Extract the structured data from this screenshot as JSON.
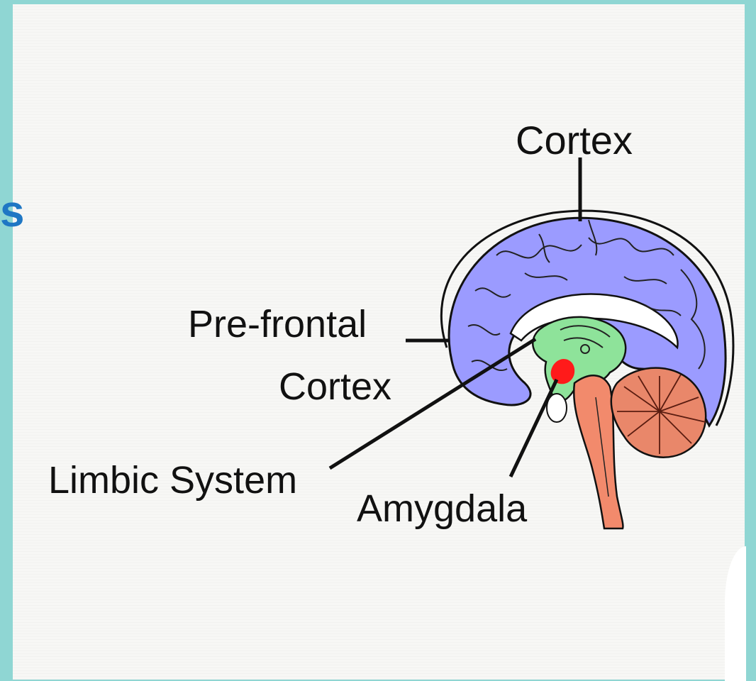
{
  "slide": {
    "title_fragment": "s"
  },
  "diagram": {
    "labels": {
      "cortex": "Cortex",
      "prefrontal_line1": "Pre-frontal",
      "prefrontal_line2": "Cortex",
      "limbic_system": "Limbic System",
      "amygdala": "Amygdala"
    },
    "colors": {
      "cortex": "#9b9bff",
      "limbic": "#8ee39a",
      "amygdala": "#ff1a1a",
      "brainstem": "#f28a6c",
      "cerebellum": "#e9876a",
      "outline": "#111111",
      "background_frame": "#8fd6d3",
      "title_blue": "#1f77c4"
    }
  }
}
